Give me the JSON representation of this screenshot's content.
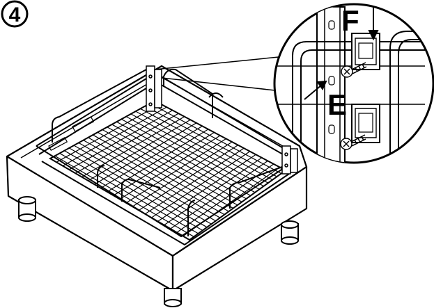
{
  "step": {
    "number": "4"
  },
  "callouts": {
    "upper": "F",
    "lower": "E"
  },
  "colors": {
    "ink": "#000000",
    "paper": "#ffffff",
    "wire": "#111111",
    "steel": "#d9d9d9"
  }
}
